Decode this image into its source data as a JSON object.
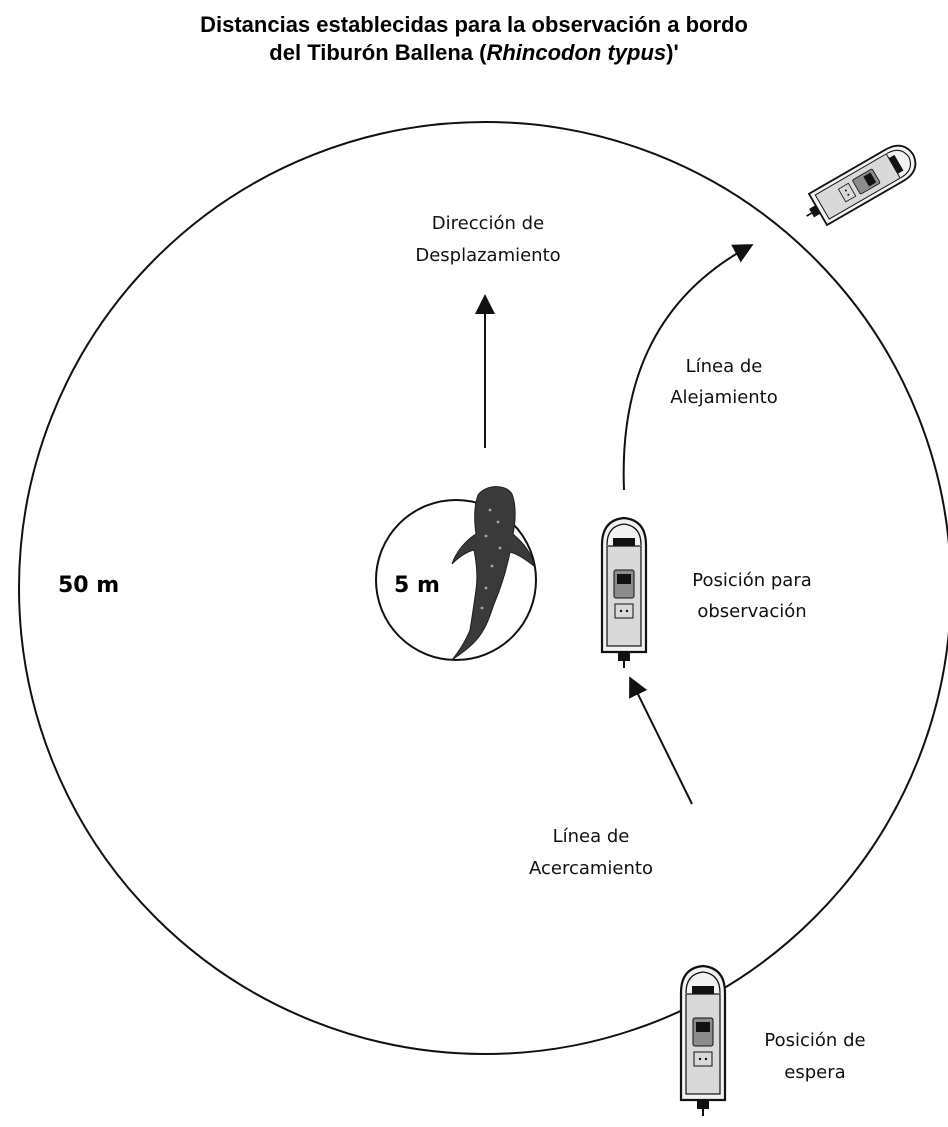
{
  "title": {
    "line1": "Distancias establecidas para la observación a bordo",
    "line2_prefix": "del Tiburón Ballena (",
    "line2_scientific": "Rhincodon typus",
    "line2_suffix": ")'"
  },
  "zones": {
    "outer_label": "50 m",
    "inner_label": "5 m"
  },
  "labels": {
    "direction_1": "Dirección de",
    "direction_2": "Desplazamiento",
    "departure_1": "Línea de",
    "departure_2": "Alejamiento",
    "observation_1": "Posición para",
    "observation_2": "observación",
    "approach_1": "Línea de",
    "approach_2": "Acercamiento",
    "waiting_1": "Posición de",
    "waiting_2": "espera"
  },
  "colors": {
    "stroke": "#111111",
    "shark": "#3a3a3a",
    "boat_hull": "#f2f2f2"
  }
}
